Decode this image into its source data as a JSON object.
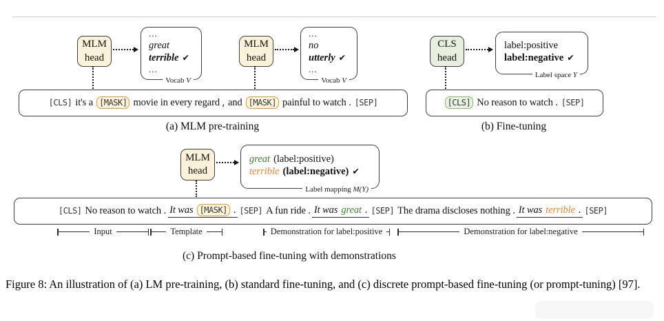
{
  "colors": {
    "head_cream": "#FBF2D9",
    "head_green": "#E7F0DF",
    "mask_border_orange": "#E9992F",
    "cls_border_green": "#85BD59",
    "word_green": "#3C8031",
    "word_orange": "#E8872A",
    "box_border": "#3d3d3d",
    "topline_gray": "#cbcbcb"
  },
  "icons": {
    "check": "✔"
  },
  "figure": {
    "panel_a": {
      "caption": "(a) MLM pre-training",
      "head1": {
        "line1": "MLM",
        "line2": "head"
      },
      "head2": {
        "line1": "MLM",
        "line2": "head"
      },
      "vocab1": {
        "rows": [
          {
            "text": "...",
            "style": "dots"
          },
          {
            "text": "great",
            "style": "it"
          },
          {
            "text": "terrible",
            "style": "bi",
            "check": true
          },
          {
            "text": "...",
            "style": "dots"
          }
        ],
        "tag": "Vocab",
        "tag_symbol": "V"
      },
      "vocab2": {
        "rows": [
          {
            "text": "...",
            "style": "dots"
          },
          {
            "text": "no",
            "style": "it"
          },
          {
            "text": "utterly",
            "style": "bi",
            "check": true
          },
          {
            "text": "...",
            "style": "dots"
          }
        ],
        "tag": "Vocab",
        "tag_symbol": "V"
      },
      "sentence": [
        {
          "u": false,
          "parts": [
            {
              "text": "[CLS]",
              "style": "sp"
            },
            {
              "text": "it's a",
              "style": "t"
            },
            {
              "text": "[MASK]",
              "style": "mask"
            },
            {
              "text": "movie in every regard ,",
              "style": "t"
            },
            {
              "text": "and",
              "style": "t"
            },
            {
              "text": "[MASK]",
              "style": "mask"
            },
            {
              "text": "painful to watch .",
              "style": "t"
            },
            {
              "text": "[SEP]",
              "style": "sp"
            }
          ]
        }
      ]
    },
    "panel_b": {
      "caption": "(b) Fine-tuning",
      "head": {
        "line1": "CLS",
        "line2": "head"
      },
      "labels": {
        "rows": [
          {
            "text": "label:positive",
            "style": "n"
          },
          {
            "text": "label:negative",
            "style": "b",
            "check": true
          }
        ],
        "tag": "Label space",
        "tag_symbol": "Y"
      },
      "sentence": [
        {
          "u": false,
          "parts": [
            {
              "text": "[CLS]",
              "style": "cls"
            },
            {
              "text": "No reason to watch .",
              "style": "t"
            },
            {
              "text": "[SEP]",
              "style": "sp"
            }
          ]
        }
      ]
    },
    "panel_c": {
      "caption": "(c) Prompt-based fine-tuning with demonstrations",
      "head": {
        "line1": "MLM",
        "line2": "head"
      },
      "mapping": {
        "rows": [
          {
            "word": "great",
            "wstyle": "green",
            "rest": "(label:positive)",
            "bold": false,
            "check": false
          },
          {
            "word": "terrible",
            "wstyle": "orange",
            "rest": "(label:negative)",
            "bold": true,
            "check": true
          }
        ],
        "tag": "Label mapping",
        "tag_symbol": "M(Y)"
      },
      "sentence": [
        {
          "u": false,
          "parts": [
            {
              "text": "[CLS]",
              "style": "sp"
            },
            {
              "text": "No reason to watch .",
              "style": "t"
            }
          ]
        },
        {
          "u": true,
          "parts": [
            {
              "text": "It was",
              "style": "i"
            },
            {
              "text": "[MASK]",
              "style": "mask"
            },
            {
              "text": ".",
              "style": "t"
            }
          ]
        },
        {
          "u": false,
          "parts": [
            {
              "text": "[SEP]",
              "style": "sp"
            },
            {
              "text": "A fun ride .",
              "style": "t"
            }
          ]
        },
        {
          "u": true,
          "parts": [
            {
              "text": "It was",
              "style": "i"
            },
            {
              "text": "great",
              "style": "ig"
            },
            {
              "text": ".",
              "style": "i"
            }
          ]
        },
        {
          "u": false,
          "parts": [
            {
              "text": "[SEP]",
              "style": "sp"
            },
            {
              "text": "The drama discloses nothing .",
              "style": "t"
            }
          ]
        },
        {
          "u": true,
          "parts": [
            {
              "text": "It was",
              "style": "i"
            },
            {
              "text": "terrible",
              "style": "io"
            },
            {
              "text": ".",
              "style": "i"
            }
          ]
        },
        {
          "u": false,
          "parts": [
            {
              "text": "[SEP]",
              "style": "sp"
            }
          ]
        }
      ],
      "brackets": [
        {
          "label": "Input"
        },
        {
          "label": "Template"
        },
        {
          "label": "Demonstration for label:positive"
        },
        {
          "label": "Demonstration for label:negative"
        }
      ]
    },
    "caption": "Figure 8: An illustration of (a) LM pre-training, (b) standard fine-tuning, and (c) discrete prompt-based fine-tuning (or prompt-tuning) [97]."
  }
}
